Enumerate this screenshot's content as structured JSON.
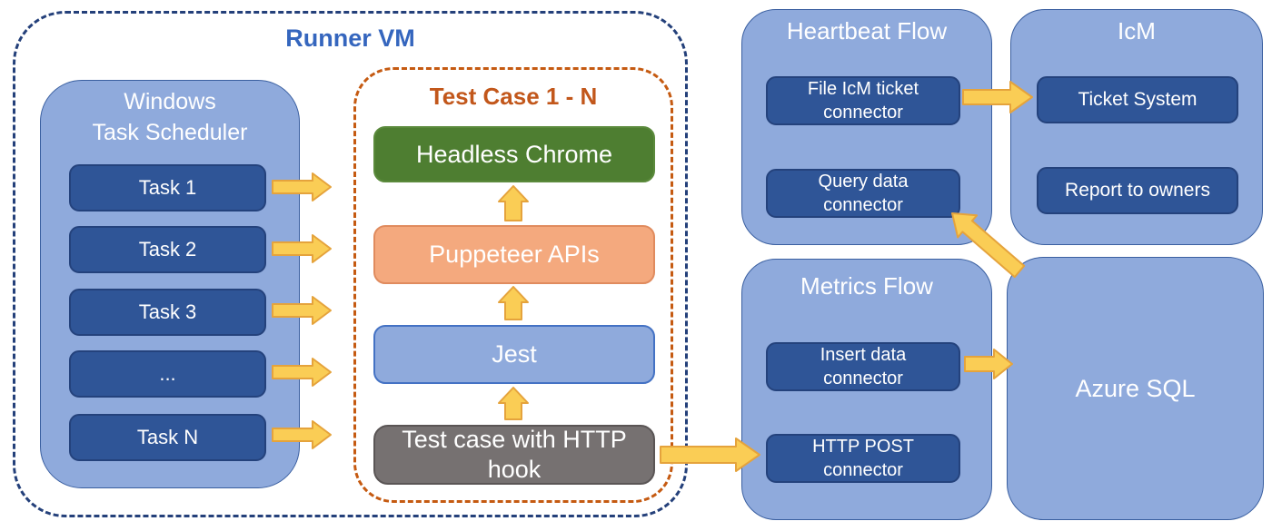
{
  "runner_vm": {
    "title": "Runner VM",
    "scheduler": {
      "title_line1": "Windows",
      "title_line2": "Task Scheduler",
      "tasks": [
        "Task 1",
        "Task 2",
        "Task 3",
        "...",
        "Task N"
      ]
    },
    "test_case": {
      "title": "Test Case 1 - N",
      "headless_chrome": "Headless Chrome",
      "puppeteer_apis": "Puppeteer APIs",
      "jest": "Jest",
      "http_hook": "Test case with HTTP hook"
    }
  },
  "heartbeat_flow": {
    "title": "Heartbeat Flow",
    "file_icm_connector": "File IcM ticket connector",
    "query_data_connector": "Query data connector"
  },
  "icm": {
    "title": "IcM",
    "ticket_system": "Ticket System",
    "report_to_owners": "Report to owners"
  },
  "metrics_flow": {
    "title": "Metrics Flow",
    "insert_data_connector": "Insert data connector",
    "http_post_connector": "HTTP POST connector"
  },
  "azure_sql": {
    "title": "Azure SQL"
  },
  "colors": {
    "container_fill": "#8FAADC",
    "container_border": "#3A5FA0",
    "navy_box_fill": "#2F5597",
    "navy_box_border": "#24427C",
    "green_fill": "#4E7E31",
    "salmon_fill": "#F4A97E",
    "jest_fill": "#8FAADC",
    "gray_fill": "#767171",
    "arrow_fill": "#FACD55",
    "arrow_stroke": "#E5A33C",
    "runner_dash": "#24407A",
    "runner_title_color": "#3566BE",
    "testcase_dash": "#C55A11",
    "testcase_title_color": "#C2571B",
    "label_color": "#FFFFFF"
  }
}
